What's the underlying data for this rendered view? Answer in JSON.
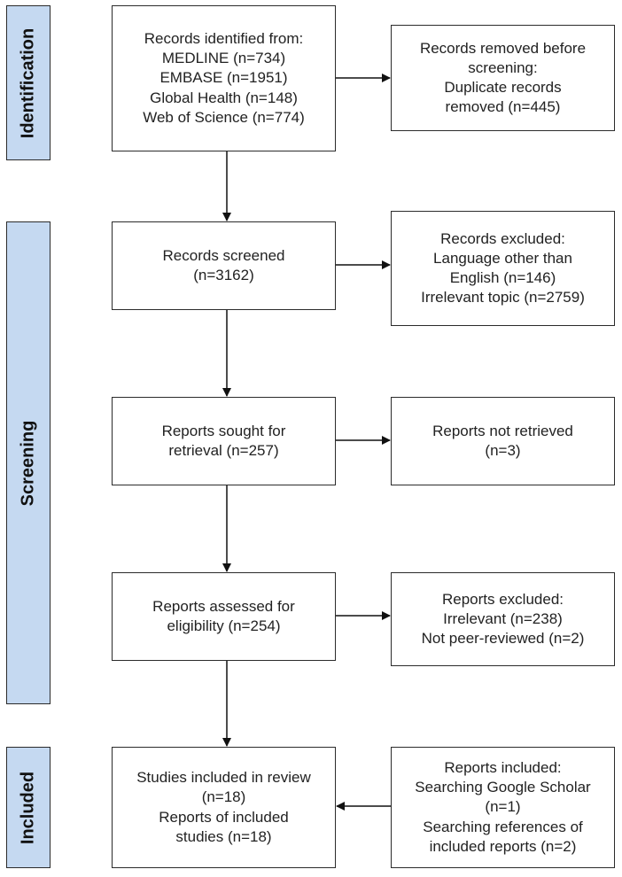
{
  "phases": {
    "identification": "Identification",
    "screening": "Screening",
    "included": "Included"
  },
  "boxes": {
    "identified": [
      "Records identified from:",
      "MEDLINE (n=734)",
      "EMBASE (n=1951)",
      "Global Health (n=148)",
      "Web of Science (n=774)"
    ],
    "removed": [
      "Records removed before",
      "screening:",
      "Duplicate records",
      "removed (n=445)"
    ],
    "screened": [
      "Records screened",
      "(n=3162)"
    ],
    "excluded": [
      "Records excluded:",
      "Language other than",
      "English (n=146)",
      "Irrelevant topic (n=2759)"
    ],
    "sought": [
      "Reports sought for",
      "retrieval (n=257)"
    ],
    "not_retrieved": [
      "Reports not retrieved",
      "(n=3)"
    ],
    "assessed": [
      "Reports assessed for",
      "eligibility (n=254)"
    ],
    "reports_excluded": [
      "Reports excluded:",
      "Irrelevant (n=238)",
      "Not peer-reviewed (n=2)"
    ],
    "studies_included": [
      "Studies included in review",
      "(n=18)",
      "Reports of included",
      "studies (n=18)"
    ],
    "reports_included": [
      "Reports included:",
      "Searching Google Scholar",
      "(n=1)",
      "Searching references of",
      "included reports (n=2)"
    ]
  }
}
